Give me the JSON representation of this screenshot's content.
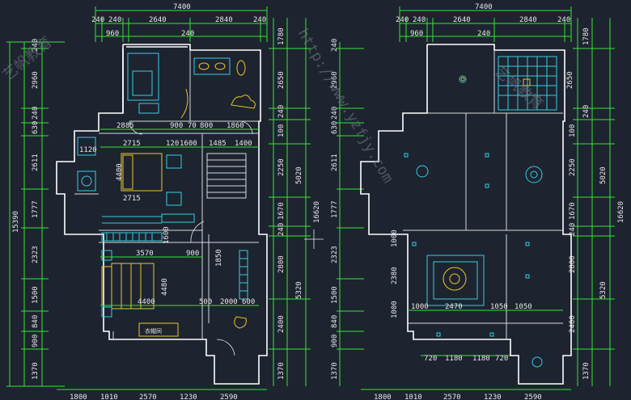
{
  "colors": {
    "background": "#1e2330",
    "dimension_line": "#2fe82f",
    "wall": "#ffffff",
    "furniture": "#2fd0e0",
    "bed": "#e8c828",
    "text": "#e8e8e8"
  },
  "left_plan": {
    "overall_width": "7400",
    "top_row_1": [
      "240",
      "240",
      "2640",
      "2840",
      "240"
    ],
    "top_row_2": [
      "960",
      "240"
    ],
    "interior_row_1": [
      "2885",
      "900",
      "70",
      "800",
      "1860"
    ],
    "interior_row_2": [
      "2715",
      "120",
      "1600",
      "1485",
      "1400"
    ],
    "interior_dims": [
      "1120",
      "4400",
      "2715",
      "3570",
      "900",
      "4480",
      "4400",
      "500",
      "2000",
      "600",
      "1850",
      "1600"
    ],
    "left_outer": "15390",
    "left_segments": [
      "240",
      "2960",
      "240",
      "630",
      "2611",
      "1777",
      "2323",
      "1500",
      "840",
      "900",
      "1370"
    ],
    "right_segments": [
      "1780",
      "2650",
      "240",
      "100",
      "2250",
      "5020",
      "1670",
      "240",
      "2800",
      "5320",
      "2400",
      "1370"
    ],
    "right_outer": "16620",
    "bottom_segments": [
      "1800",
      "1010",
      "2570",
      "1230",
      "2590"
    ],
    "room_label": "衣帽间"
  },
  "right_plan": {
    "overall_width": "7400",
    "top_row_1": [
      "240",
      "240",
      "2640",
      "2840",
      "240"
    ],
    "top_row_2": [
      "960",
      "240"
    ],
    "interior_dims": [
      "1000",
      "2470",
      "1050",
      "1050",
      "720",
      "1180",
      "1180",
      "720",
      "1000",
      "2380",
      "1000"
    ],
    "left_segments": [
      "240",
      "2960",
      "240",
      "630",
      "2611",
      "1777",
      "2323",
      "1500",
      "840",
      "900",
      "1370"
    ],
    "right_segments": [
      "1780",
      "2650",
      "240",
      "100",
      "2250",
      "5020",
      "1670",
      "240",
      "2800",
      "5320",
      "2400",
      "1370"
    ],
    "right_outer": "16620",
    "bottom_segments": [
      "1800",
      "1010",
      "2570",
      "1230",
      "2590"
    ]
  },
  "watermark": {
    "url": "http://www.yzfjy.com",
    "brand": "艺帆教育"
  }
}
